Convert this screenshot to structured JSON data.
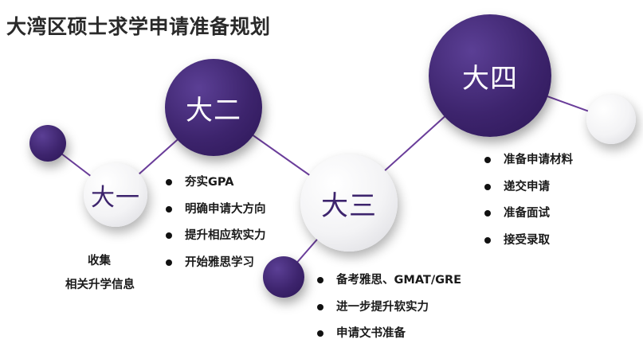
{
  "title": "大湾区硕士求学申请准备规划",
  "colors": {
    "accent": "#3d246d",
    "connector": "#6a3d9a"
  },
  "stages": {
    "year1": {
      "label": "大一",
      "items": [
        "收集",
        "相关升学信息"
      ]
    },
    "year2": {
      "label": "大二",
      "items": [
        "夯实GPA",
        "明确申请大方向",
        "提升相应软实力",
        "开始雅思学习"
      ]
    },
    "year3": {
      "label": "大三",
      "items": [
        "备考雅思、GMAT/GRE",
        "进一步提升软实力",
        "申请文书准备"
      ]
    },
    "year4": {
      "label": "大四",
      "items": [
        "准备申请材料",
        "递交申请",
        "准备面试",
        "接受录取"
      ]
    }
  }
}
